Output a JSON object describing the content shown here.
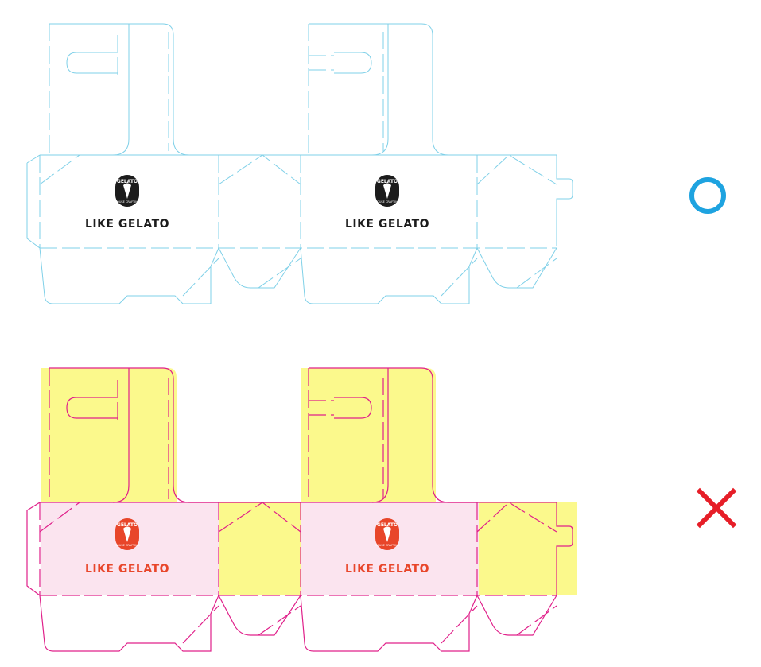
{
  "examples": [
    {
      "id": "correct",
      "line_color": "#7fd0e8",
      "logo_color": "#1c1c1c",
      "brand": "LIKE GELATO",
      "badge_top": "GELATO",
      "badge_bottom": "HOUSE CRAFTING",
      "mark_symbol": "○",
      "mark_color": "#1ea3e0"
    },
    {
      "id": "incorrect",
      "line_color": "#e0208a",
      "logo_color": "#e8462a",
      "panel_fill_yellow": "#fbf98c",
      "panel_fill_pink": "#fbe4ef",
      "brand": "LIKE GELATO",
      "badge_top": "GELATO",
      "badge_bottom": "HOUSE CRAFTING",
      "mark_symbol": "✕",
      "mark_color": "#e61e28"
    }
  ]
}
